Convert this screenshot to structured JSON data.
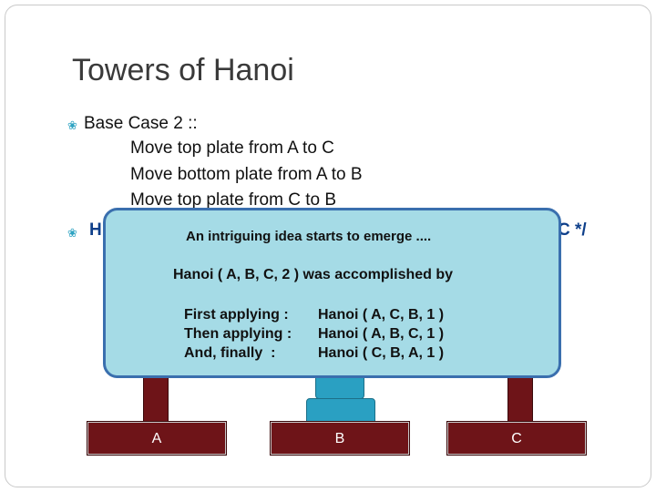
{
  "slide": {
    "title": "Towers of Hanoi",
    "bullet1": "Base Case 2 ::",
    "steps": [
      "Move top plate from A to C",
      "Move bottom plate from A to B",
      "Move top plate from C to B"
    ],
    "bullet2_visible_left": "H",
    "bullet2_visible_right": "C */"
  },
  "callout": {
    "heading": "An intriguing idea starts to emerge ....",
    "line1": "Hanoi ( A, B, C, 2 ) was accomplished by",
    "labels": [
      "First applying :",
      "Then applying :",
      "And, finally  :"
    ],
    "calls": [
      "Hanoi ( A, C, B, 1 )",
      "Hanoi ( A, B, C, 1 )",
      "Hanoi ( C, B, A, 1 )"
    ]
  },
  "towers": {
    "labels": [
      "A",
      "B",
      "C"
    ]
  },
  "colors": {
    "peg": "#6e1418",
    "disk": "#2aa0c2",
    "callout_fill": "#a5dbe6",
    "callout_border": "#3a6fae",
    "bullet": "#2ea3c2"
  },
  "icons": [
    "bullet-icon"
  ]
}
